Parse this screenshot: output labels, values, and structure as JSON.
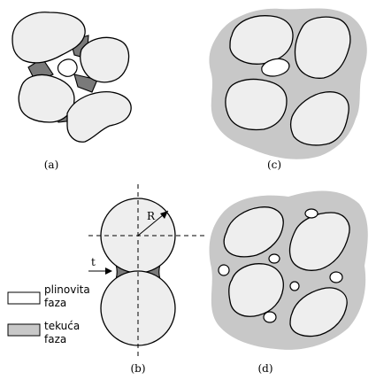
{
  "panels": [
    {
      "id": "a",
      "caption": "(a)"
    },
    {
      "id": "b",
      "caption": "(b)"
    },
    {
      "id": "c",
      "caption": "(c)"
    },
    {
      "id": "d",
      "caption": "(d)"
    }
  ],
  "diagram_b": {
    "radius_label": "R",
    "thickness_label": "t"
  },
  "legend": {
    "gas_line1": "plinovita",
    "gas_line2": "faza",
    "liquid_line1": "tekuća",
    "liquid_line2": "faza",
    "gas_color": "#ffffff",
    "liquid_color": "#c8c8c8"
  }
}
